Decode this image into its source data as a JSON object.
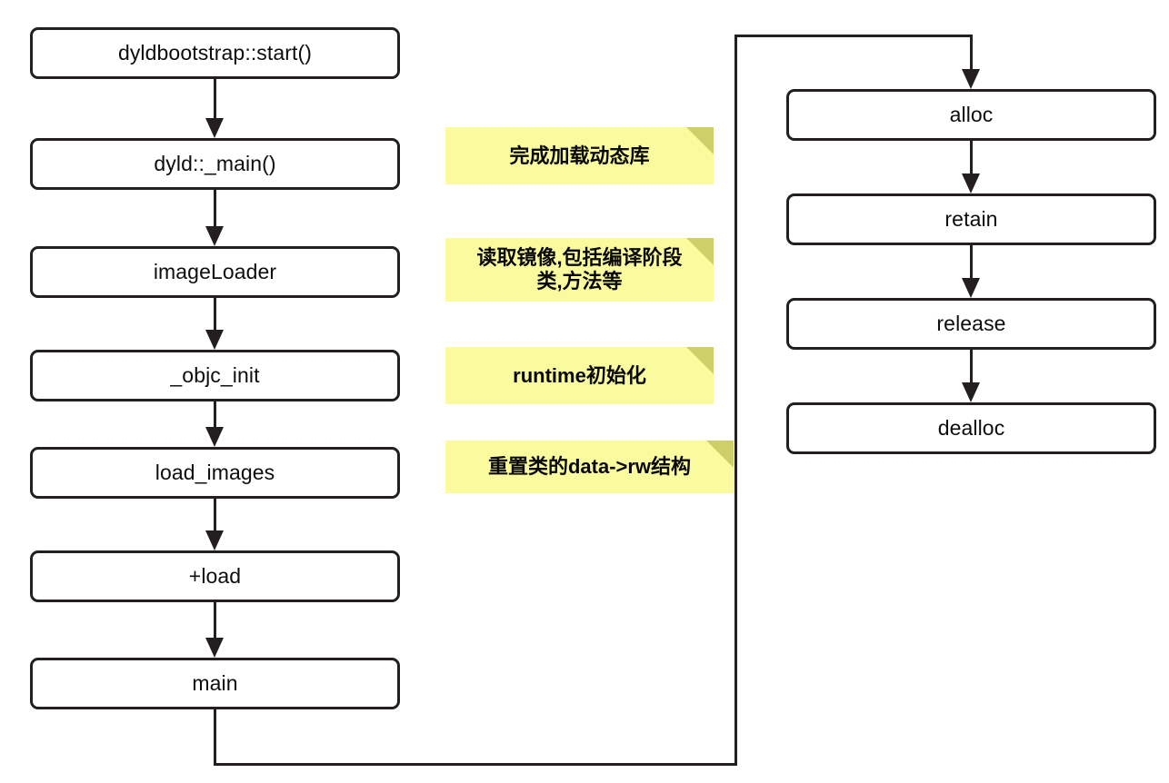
{
  "diagram": {
    "title": "dyld startup and objc runtime lifecycle flow",
    "colors": {
      "node_border": "#231f20",
      "node_fill": "#ffffff",
      "note_fill": "#fafa9e",
      "note_fold": "#cfcf6a",
      "arrow": "#231f20",
      "text": "#0d0d0d"
    },
    "left_column": [
      {
        "id": "dyldbootstrap-start",
        "label": "dyldbootstrap::start()"
      },
      {
        "id": "dyld-main",
        "label": "dyld::_main()"
      },
      {
        "id": "image-loader",
        "label": "imageLoader"
      },
      {
        "id": "objc-init",
        "label": "_objc_init"
      },
      {
        "id": "load-images",
        "label": "load_images"
      },
      {
        "id": "plus-load",
        "label": "+load"
      },
      {
        "id": "main",
        "label": "main"
      }
    ],
    "right_column": [
      {
        "id": "alloc",
        "label": "alloc"
      },
      {
        "id": "retain",
        "label": "retain"
      },
      {
        "id": "release",
        "label": "release"
      },
      {
        "id": "dealloc",
        "label": "dealloc"
      }
    ],
    "notes": [
      {
        "id": "note-load-dylib",
        "label": "完成加载动态库"
      },
      {
        "id": "note-read-image",
        "label": "读取镜像,包括编译阶段\n类,方法等"
      },
      {
        "id": "note-runtime-init",
        "label": "runtime初始化"
      },
      {
        "id": "note-reset-rw",
        "label": "重置类的data->rw结构"
      }
    ]
  }
}
